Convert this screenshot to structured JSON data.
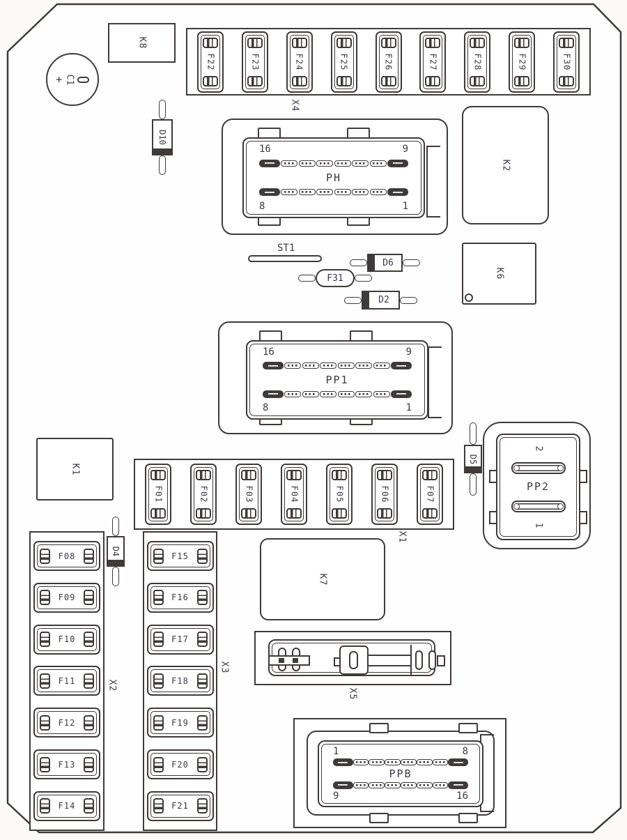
{
  "colors": {
    "line": "#3e3b3a",
    "text": "#3c3944",
    "background": "#ffffff"
  },
  "relays": {
    "k1": "K1",
    "k2": "K2",
    "k6": "K6",
    "k7": "K7",
    "k8": "K8"
  },
  "capacitor": {
    "label": "C1",
    "plus": "+"
  },
  "diodes": {
    "d2": "D2",
    "d4": "D4",
    "d5": "D5",
    "d6": "D6",
    "d10": "D10"
  },
  "strap": {
    "label": "ST1"
  },
  "fuse_f31": {
    "label": "F31"
  },
  "strips": {
    "x1": {
      "label": "X1",
      "fuses": [
        "F01",
        "F02",
        "F03",
        "F04",
        "F05",
        "F06",
        "F07"
      ]
    },
    "x2": {
      "label": "X2",
      "fuses": [
        "F08",
        "F09",
        "F10",
        "F11",
        "F12",
        "F13",
        "F14"
      ]
    },
    "x3": {
      "label": "X3",
      "fuses": [
        "F15",
        "F16",
        "F17",
        "F18",
        "F19",
        "F20",
        "F21"
      ]
    },
    "x4": {
      "label": "X4",
      "fuses": [
        "F22",
        "F23",
        "F24",
        "F25",
        "F26",
        "F27",
        "F28",
        "F29",
        "F30"
      ]
    }
  },
  "connectors": {
    "ph": {
      "label": "PH",
      "top_left": "16",
      "top_right": "9",
      "bottom_left": "8",
      "bottom_right": "1",
      "pins_per_row": 8
    },
    "pp1": {
      "label": "PP1",
      "top_left": "16",
      "top_right": "9",
      "bottom_left": "8",
      "bottom_right": "1",
      "pins_per_row": 8
    },
    "ppb": {
      "label": "PPB",
      "top_left": "1",
      "top_right": "8",
      "bottom_left": "9",
      "bottom_right": "16",
      "pins_per_row": 8
    },
    "pp2": {
      "label": "PP2",
      "top_pin": "2",
      "bottom_pin": "1"
    },
    "x5": {
      "label": "X5"
    }
  }
}
